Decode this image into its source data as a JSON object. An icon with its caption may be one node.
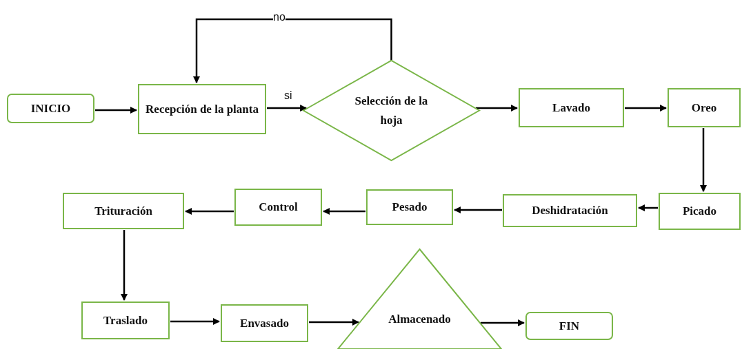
{
  "diagram": {
    "nodes": [
      {
        "text": [
          "INICIO"
        ]
      },
      {
        "text": [
          "Recepción de la planta"
        ]
      },
      {
        "text": [
          "Selección de la hoja"
        ]
      },
      {
        "text": [
          "Lavado"
        ]
      },
      {
        "text": [
          "Oreo"
        ]
      },
      {
        "text": [
          "Picado"
        ]
      },
      {
        "text": [
          "Deshidratación"
        ]
      },
      {
        "text": [
          "Pesado"
        ]
      },
      {
        "text": [
          "Control"
        ]
      },
      {
        "text": [
          "Trituración"
        ]
      },
      {
        "text": [
          "Traslado"
        ]
      },
      {
        "text": [
          "Envasado"
        ]
      },
      {
        "text": [
          "Almacenado"
        ]
      },
      {
        "text": [
          "FIN"
        ]
      }
    ],
    "edges": [
      {
        "from": 0,
        "to": 1,
        "arrow": "to"
      },
      {
        "from": 1,
        "to": 2,
        "arrow": "to",
        "label": "si"
      },
      {
        "from": 2,
        "to": 1,
        "arrow": "to",
        "label": "no"
      },
      {
        "from": 2,
        "to": 3,
        "arrow": "to"
      },
      {
        "from": 3,
        "to": 4,
        "arrow": "to"
      },
      {
        "from": 4,
        "to": 5,
        "arrow": "to"
      },
      {
        "from": 5,
        "to": 6,
        "arrow": "to"
      },
      {
        "from": 6,
        "to": 7,
        "arrow": "to"
      },
      {
        "from": 7,
        "to": 8,
        "arrow": "to"
      },
      {
        "from": 8,
        "to": 9,
        "arrow": "to"
      },
      {
        "from": 9,
        "to": 10,
        "arrow": "to"
      },
      {
        "from": 10,
        "to": 11,
        "arrow": "to"
      },
      {
        "from": 11,
        "to": 12,
        "arrow": "to"
      },
      {
        "from": 12,
        "to": 13,
        "arrow": "to"
      }
    ]
  }
}
